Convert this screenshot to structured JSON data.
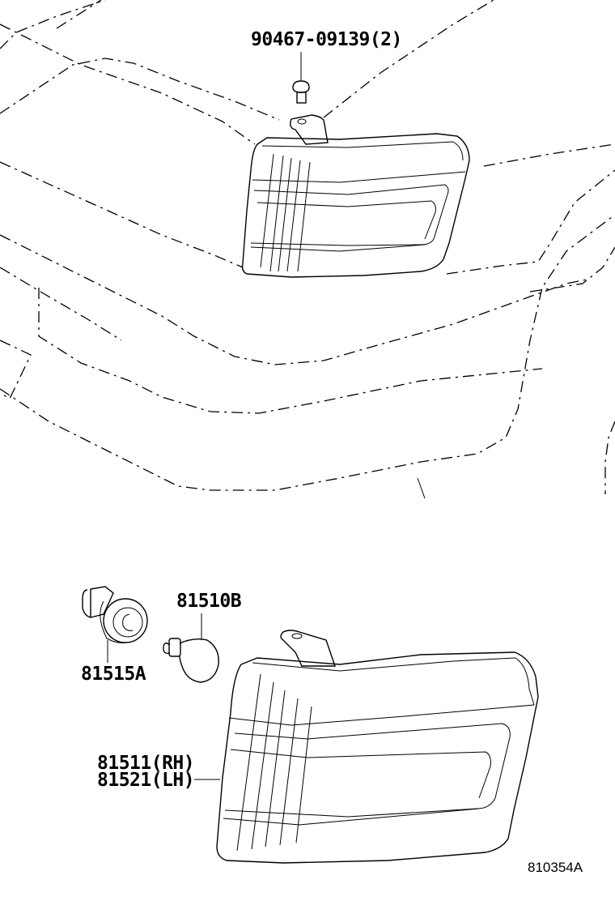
{
  "diagram": {
    "type": "exploded parts diagram",
    "subject": "front turn signal / side marker lamp assembly",
    "reference_number": "810354A",
    "colors": {
      "line": "#000000",
      "background": "#ffffff"
    },
    "callouts": [
      {
        "id": "bolt",
        "part_number": "90467-09139(2)",
        "description_visible": ""
      },
      {
        "id": "bulb",
        "part_number": "81510B"
      },
      {
        "id": "socket",
        "part_number": "81515A"
      },
      {
        "id": "lamp_rh",
        "part_number": "81511(RH)"
      },
      {
        "id": "lamp_lh",
        "part_number": "81521(LH)"
      }
    ]
  }
}
